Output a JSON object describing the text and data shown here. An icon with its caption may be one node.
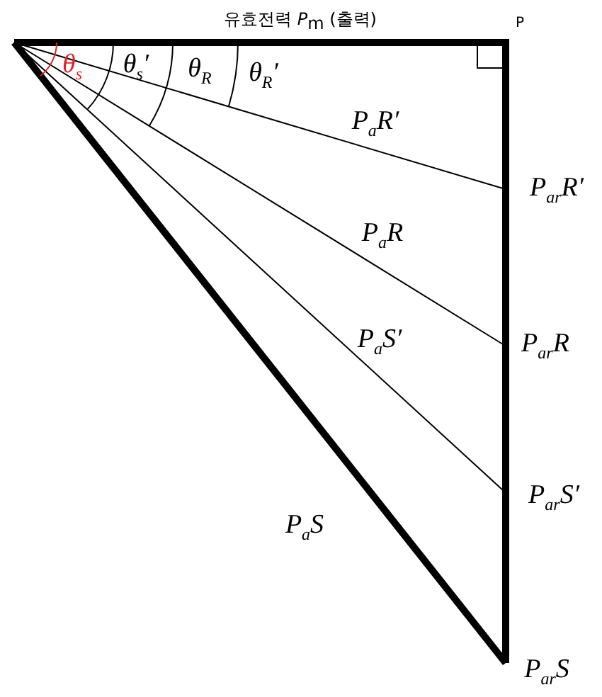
{
  "diagram": {
    "labels": [
      "유효전력 *P*$_{m}$ (출력)",
      "P",
      "θ$_{s}$",
      "θ$_{s}$′",
      "θ$_{R}$",
      "θ$_{R}$′",
      "P$_{a}$R′",
      "P$_{a}$R",
      "P$_{a}$S′",
      "P$_{a}$S",
      "P$_{ar}$R′",
      "P$_{ar}$R",
      "P$_{ar}$S′",
      "P$_{ar}$S"
    ]
  }
}
